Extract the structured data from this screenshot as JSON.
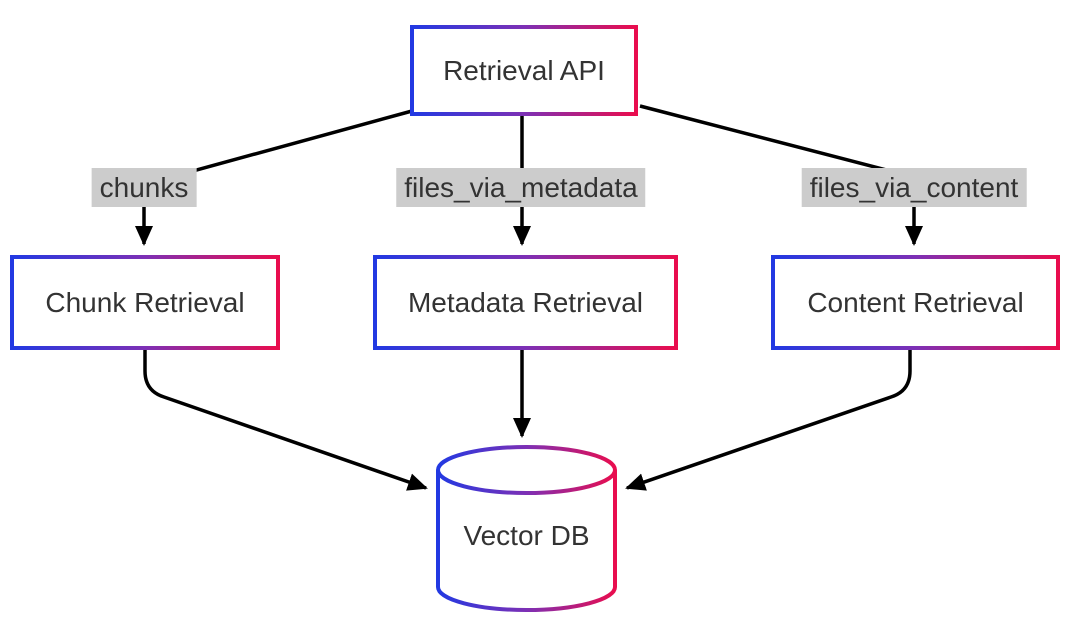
{
  "diagram": {
    "type": "flowchart",
    "background": "#ffffff",
    "colors": {
      "gradient_start": "#2239e2",
      "gradient_mid": "#7d30b5",
      "gradient_end": "#e90d4e",
      "arrow": "#000000",
      "node_text": "#333333",
      "node_fill": "#ffffff",
      "edge_label_bg": "#cccccc",
      "edge_label_text": "#333333"
    },
    "nodes": {
      "retrieval_api": {
        "label": "Retrieval API",
        "shape": "rectangle"
      },
      "chunk_retrieval": {
        "label": "Chunk Retrieval",
        "shape": "rectangle"
      },
      "metadata_retrieval": {
        "label": "Metadata Retrieval",
        "shape": "rectangle"
      },
      "content_retrieval": {
        "label": "Content Retrieval",
        "shape": "rectangle"
      },
      "vector_db": {
        "label": "Vector DB",
        "shape": "cylinder"
      }
    },
    "edges": [
      {
        "from": "retrieval_api",
        "to": "chunk_retrieval",
        "label": "chunks"
      },
      {
        "from": "retrieval_api",
        "to": "metadata_retrieval",
        "label": "files_via_metadata"
      },
      {
        "from": "retrieval_api",
        "to": "content_retrieval",
        "label": "files_via_content"
      },
      {
        "from": "chunk_retrieval",
        "to": "vector_db",
        "label": ""
      },
      {
        "from": "metadata_retrieval",
        "to": "vector_db",
        "label": ""
      },
      {
        "from": "content_retrieval",
        "to": "vector_db",
        "label": ""
      }
    ]
  }
}
